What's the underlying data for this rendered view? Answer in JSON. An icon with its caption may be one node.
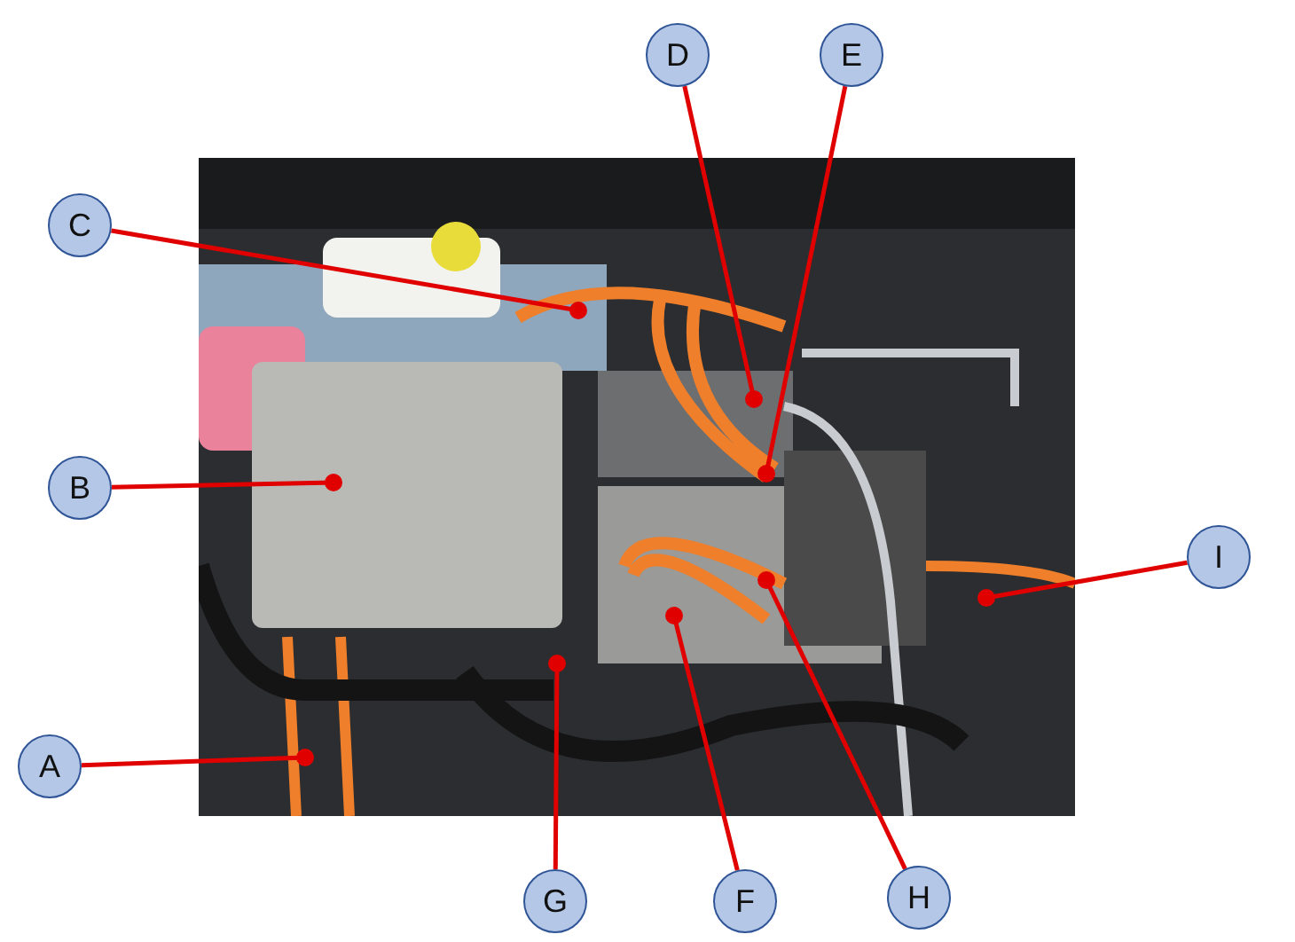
{
  "diagram": {
    "nodes": [
      {
        "text": [],
        "shape": "picture"
      },
      {
        "text": [
          "D"
        ]
      },
      {
        "text": [
          "E"
        ]
      },
      {
        "text": [
          "C"
        ]
      },
      {
        "text": [
          "B"
        ]
      },
      {
        "text": [
          "I"
        ]
      },
      {
        "text": [
          "A"
        ]
      },
      {
        "text": [
          "G"
        ]
      },
      {
        "text": [
          "F"
        ]
      },
      {
        "text": [
          "H"
        ]
      }
    ],
    "edges": [
      {
        "from": 1,
        "to": 0,
        "arrow": "other"
      },
      {
        "from": 2,
        "to": 0,
        "arrow": "other"
      },
      {
        "from": 3,
        "to": 0,
        "arrow": "other"
      },
      {
        "from": 4,
        "to": 0,
        "arrow": "other"
      },
      {
        "from": 5,
        "to": 0,
        "arrow": "other"
      },
      {
        "from": 6,
        "to": 0,
        "arrow": "other"
      },
      {
        "from": 7,
        "to": 0,
        "arrow": "other"
      },
      {
        "from": 8,
        "to": 0,
        "arrow": "other"
      },
      {
        "from": 9,
        "to": 0,
        "arrow": "other"
      }
    ]
  }
}
